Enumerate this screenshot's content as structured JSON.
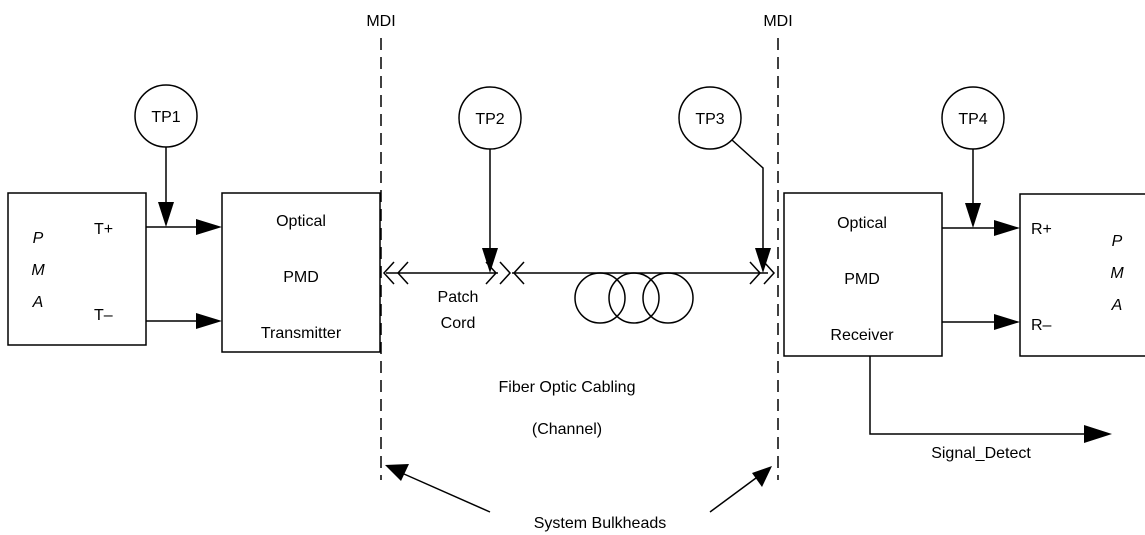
{
  "mdi_labels": [
    "MDI",
    "MDI"
  ],
  "test_points": [
    "TP1",
    "TP2",
    "TP3",
    "TP4"
  ],
  "pma_left": {
    "letters": [
      "P",
      "M",
      "A"
    ],
    "outputs": [
      "T+",
      "T–"
    ]
  },
  "pma_right": {
    "letters": [
      "P",
      "M",
      "A"
    ],
    "inputs": [
      "R+",
      "R–"
    ]
  },
  "transmitter": {
    "lines": [
      "Optical",
      "PMD",
      "Transmitter"
    ]
  },
  "receiver": {
    "lines": [
      "Optical",
      "PMD",
      "Receiver"
    ]
  },
  "patch_cord": [
    "Patch",
    "Cord"
  ],
  "cabling": [
    "Fiber Optic Cabling",
    "(Channel)"
  ],
  "signal_detect": "Signal_Detect",
  "bulkheads": "System Bulkheads"
}
